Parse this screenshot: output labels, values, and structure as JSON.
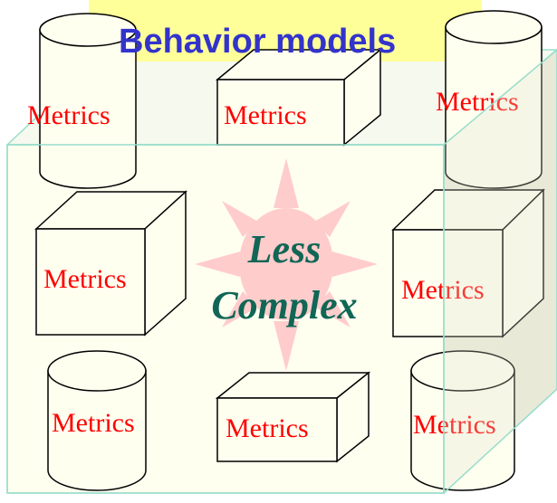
{
  "title": "Behavior models",
  "center_text": [
    "Less",
    "Complex"
  ],
  "metric_label": "Metrics",
  "colors": {
    "title_bg": "#ffff99",
    "title_text": "#3333cc",
    "metric_text": "#ff0000",
    "center_text": "#116655",
    "box_fill": "#fffff0",
    "box_edge": "#99ddcc",
    "sun": "#ffcccc"
  },
  "shapes": [
    {
      "kind": "cylinder"
    },
    {
      "kind": "box"
    },
    {
      "kind": "cylinder"
    },
    {
      "kind": "cube"
    },
    {
      "kind": "cube"
    },
    {
      "kind": "cylinder"
    },
    {
      "kind": "box"
    },
    {
      "kind": "cylinder"
    }
  ]
}
